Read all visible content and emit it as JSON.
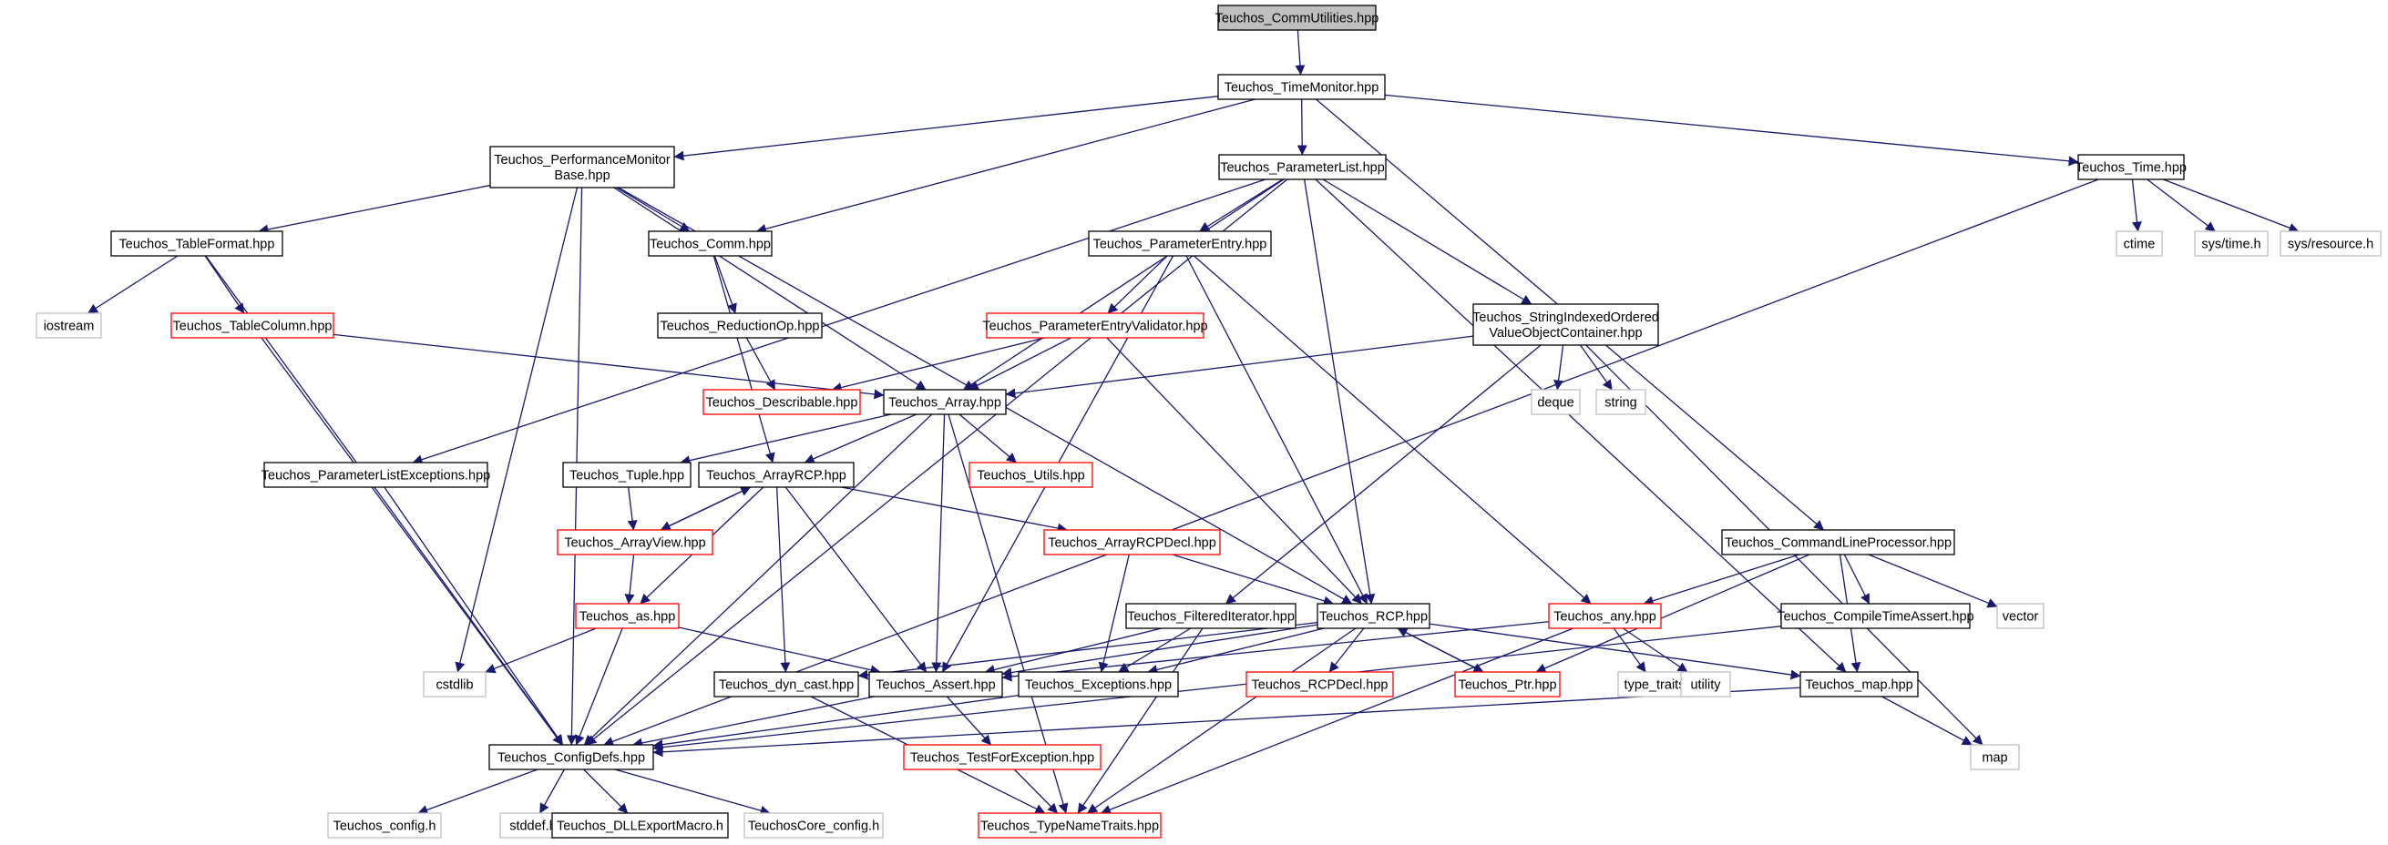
{
  "title": "Teuchos_CommUtilities.hpp",
  "colors": {
    "edge": "#191970",
    "root_fill": "#bfbfbf",
    "border_documented": "#000000",
    "border_linked": "#ff0000",
    "border_external": "#bfbfbf"
  },
  "nodes": [
    {
      "id": "root",
      "lines": [
        "Teuchos_CommUtilities.hpp"
      ],
      "kind": "root"
    },
    {
      "id": "timemon",
      "lines": [
        "Teuchos_TimeMonitor.hpp"
      ],
      "kind": "doc"
    },
    {
      "id": "perfmon",
      "lines": [
        "Teuchos_PerformanceMonitor",
        "Base.hpp"
      ],
      "kind": "doc"
    },
    {
      "id": "paramlist",
      "lines": [
        "Teuchos_ParameterList.hpp"
      ],
      "kind": "doc"
    },
    {
      "id": "time",
      "lines": [
        "Teuchos_Time.hpp"
      ],
      "kind": "doc"
    },
    {
      "id": "tableformat",
      "lines": [
        "Teuchos_TableFormat.hpp"
      ],
      "kind": "doc"
    },
    {
      "id": "comm",
      "lines": [
        "Teuchos_Comm.hpp"
      ],
      "kind": "doc"
    },
    {
      "id": "paramentry",
      "lines": [
        "Teuchos_ParameterEntry.hpp"
      ],
      "kind": "doc"
    },
    {
      "id": "ctime",
      "lines": [
        "ctime"
      ],
      "kind": "ext"
    },
    {
      "id": "systime",
      "lines": [
        "sys/time.h"
      ],
      "kind": "ext"
    },
    {
      "id": "sysres",
      "lines": [
        "sys/resource.h"
      ],
      "kind": "ext"
    },
    {
      "id": "iostream",
      "lines": [
        "iostream"
      ],
      "kind": "ext"
    },
    {
      "id": "tablecol",
      "lines": [
        "Teuchos_TableColumn.hpp"
      ],
      "kind": "red"
    },
    {
      "id": "reduction",
      "lines": [
        "Teuchos_ReductionOp.hpp"
      ],
      "kind": "doc"
    },
    {
      "id": "pevalidator",
      "lines": [
        "Teuchos_ParameterEntryValidator.hpp"
      ],
      "kind": "red"
    },
    {
      "id": "strindexed",
      "lines": [
        "Teuchos_StringIndexedOrdered",
        "ValueObjectContainer.hpp"
      ],
      "kind": "doc"
    },
    {
      "id": "describable",
      "lines": [
        "Teuchos_Describable.hpp"
      ],
      "kind": "red"
    },
    {
      "id": "array",
      "lines": [
        "Teuchos_Array.hpp"
      ],
      "kind": "doc"
    },
    {
      "id": "deque",
      "lines": [
        "deque"
      ],
      "kind": "ext"
    },
    {
      "id": "string",
      "lines": [
        "string"
      ],
      "kind": "ext"
    },
    {
      "id": "plexceptions",
      "lines": [
        "Teuchos_ParameterListExceptions.hpp"
      ],
      "kind": "doc"
    },
    {
      "id": "tuple",
      "lines": [
        "Teuchos_Tuple.hpp"
      ],
      "kind": "doc"
    },
    {
      "id": "arrayrcp",
      "lines": [
        "Teuchos_ArrayRCP.hpp"
      ],
      "kind": "doc"
    },
    {
      "id": "utils",
      "lines": [
        "Teuchos_Utils.hpp"
      ],
      "kind": "red"
    },
    {
      "id": "arrayview",
      "lines": [
        "Teuchos_ArrayView.hpp"
      ],
      "kind": "red"
    },
    {
      "id": "arrayrcpdecl",
      "lines": [
        "Teuchos_ArrayRCPDecl.hpp"
      ],
      "kind": "red"
    },
    {
      "id": "cmdline",
      "lines": [
        "Teuchos_CommandLineProcessor.hpp"
      ],
      "kind": "doc"
    },
    {
      "id": "as",
      "lines": [
        "Teuchos_as.hpp"
      ],
      "kind": "red"
    },
    {
      "id": "filtered",
      "lines": [
        "Teuchos_FilteredIterator.hpp"
      ],
      "kind": "doc"
    },
    {
      "id": "rcp",
      "lines": [
        "Teuchos_RCP.hpp"
      ],
      "kind": "doc"
    },
    {
      "id": "any",
      "lines": [
        "Teuchos_any.hpp"
      ],
      "kind": "red"
    },
    {
      "id": "compiletime",
      "lines": [
        "Teuchos_CompileTimeAssert.hpp"
      ],
      "kind": "doc"
    },
    {
      "id": "vector",
      "lines": [
        "vector"
      ],
      "kind": "ext"
    },
    {
      "id": "cstdlib",
      "lines": [
        "cstdlib"
      ],
      "kind": "ext"
    },
    {
      "id": "dyncast",
      "lines": [
        "Teuchos_dyn_cast.hpp"
      ],
      "kind": "doc"
    },
    {
      "id": "assert",
      "lines": [
        "Teuchos_Assert.hpp"
      ],
      "kind": "doc"
    },
    {
      "id": "exceptions",
      "lines": [
        "Teuchos_Exceptions.hpp"
      ],
      "kind": "doc"
    },
    {
      "id": "rcpdecl",
      "lines": [
        "Teuchos_RCPDecl.hpp"
      ],
      "kind": "red"
    },
    {
      "id": "ptr",
      "lines": [
        "Teuchos_Ptr.hpp"
      ],
      "kind": "red"
    },
    {
      "id": "typetraits",
      "lines": [
        "type_traits"
      ],
      "kind": "ext"
    },
    {
      "id": "utility",
      "lines": [
        "utility"
      ],
      "kind": "ext"
    },
    {
      "id": "map_hpp",
      "lines": [
        "Teuchos_map.hpp"
      ],
      "kind": "doc"
    },
    {
      "id": "configdefs",
      "lines": [
        "Teuchos_ConfigDefs.hpp"
      ],
      "kind": "doc"
    },
    {
      "id": "testforexc",
      "lines": [
        "Teuchos_TestForException.hpp"
      ],
      "kind": "red"
    },
    {
      "id": "map",
      "lines": [
        "map"
      ],
      "kind": "ext"
    },
    {
      "id": "config",
      "lines": [
        "Teuchos_config.h"
      ],
      "kind": "ext"
    },
    {
      "id": "stddef",
      "lines": [
        "stddef.h"
      ],
      "kind": "ext"
    },
    {
      "id": "dllexport",
      "lines": [
        "Teuchos_DLLExportMacro.h"
      ],
      "kind": "doc"
    },
    {
      "id": "coreconfig",
      "lines": [
        "TeuchosCore_config.h"
      ],
      "kind": "ext"
    },
    {
      "id": "typename",
      "lines": [
        "Teuchos_TypeNameTraits.hpp"
      ],
      "kind": "red"
    }
  ],
  "edges": [
    [
      "root",
      "timemon"
    ],
    [
      "timemon",
      "perfmon"
    ],
    [
      "timemon",
      "comm"
    ],
    [
      "timemon",
      "paramlist"
    ],
    [
      "timemon",
      "time"
    ],
    [
      "timemon",
      "cmdline"
    ],
    [
      "perfmon",
      "tableformat"
    ],
    [
      "perfmon",
      "comm"
    ],
    [
      "perfmon",
      "array"
    ],
    [
      "perfmon",
      "rcp"
    ],
    [
      "perfmon",
      "cstdlib"
    ],
    [
      "perfmon",
      "configdefs"
    ],
    [
      "paramlist",
      "paramentry"
    ],
    [
      "paramlist",
      "plexceptions"
    ],
    [
      "paramlist",
      "array"
    ],
    [
      "paramlist",
      "rcp"
    ],
    [
      "paramlist",
      "strindexed"
    ],
    [
      "paramlist",
      "map_hpp"
    ],
    [
      "paramlist",
      "configdefs"
    ],
    [
      "time",
      "ctime"
    ],
    [
      "time",
      "systime"
    ],
    [
      "time",
      "sysres"
    ],
    [
      "time",
      "configdefs"
    ],
    [
      "tableformat",
      "iostream"
    ],
    [
      "tableformat",
      "tablecol"
    ],
    [
      "tableformat",
      "configdefs"
    ],
    [
      "comm",
      "reduction"
    ],
    [
      "comm",
      "arrayrcp"
    ],
    [
      "paramentry",
      "pevalidator"
    ],
    [
      "paramentry",
      "any"
    ],
    [
      "paramentry",
      "rcp"
    ],
    [
      "paramentry",
      "assert"
    ],
    [
      "tablecol",
      "array"
    ],
    [
      "tablecol",
      "configdefs"
    ],
    [
      "reduction",
      "describable"
    ],
    [
      "pevalidator",
      "describable"
    ],
    [
      "pevalidator",
      "array"
    ],
    [
      "pevalidator",
      "rcp"
    ],
    [
      "strindexed",
      "array"
    ],
    [
      "strindexed",
      "deque"
    ],
    [
      "strindexed",
      "string"
    ],
    [
      "strindexed",
      "filtered"
    ],
    [
      "strindexed",
      "map"
    ],
    [
      "array",
      "tuple"
    ],
    [
      "array",
      "arrayrcp"
    ],
    [
      "array",
      "utils"
    ],
    [
      "array",
      "assert"
    ],
    [
      "array",
      "configdefs"
    ],
    [
      "array",
      "typename"
    ],
    [
      "plexceptions",
      "configdefs"
    ],
    [
      "tuple",
      "arrayview"
    ],
    [
      "arrayrcp",
      "arrayview"
    ],
    [
      "arrayrcp",
      "arrayrcpdecl"
    ],
    [
      "arrayrcp",
      "as"
    ],
    [
      "arrayrcp",
      "dyncast"
    ],
    [
      "arrayrcp",
      "assert"
    ],
    [
      "arrayview",
      "arrayrcp"
    ],
    [
      "arrayview",
      "as"
    ],
    [
      "arrayrcpdecl",
      "rcp"
    ],
    [
      "arrayrcpdecl",
      "exceptions"
    ],
    [
      "cmdline",
      "any"
    ],
    [
      "cmdline",
      "compiletime"
    ],
    [
      "cmdline",
      "vector"
    ],
    [
      "cmdline",
      "map_hpp"
    ],
    [
      "cmdline",
      "ptr"
    ],
    [
      "as",
      "cstdlib"
    ],
    [
      "as",
      "assert"
    ],
    [
      "as",
      "configdefs"
    ],
    [
      "filtered",
      "assert"
    ],
    [
      "filtered",
      "exceptions"
    ],
    [
      "filtered",
      "typename"
    ],
    [
      "rcp",
      "rcpdecl"
    ],
    [
      "rcp",
      "ptr"
    ],
    [
      "rcp",
      "assert"
    ],
    [
      "rcp",
      "exceptions"
    ],
    [
      "rcp",
      "dyncast"
    ],
    [
      "rcp",
      "map_hpp"
    ],
    [
      "rcp",
      "typename"
    ],
    [
      "any",
      "assert"
    ],
    [
      "any",
      "typetraits"
    ],
    [
      "any",
      "utility"
    ],
    [
      "any",
      "typename"
    ],
    [
      "ptr",
      "rcp"
    ],
    [
      "compiletime",
      "configdefs"
    ],
    [
      "dyncast",
      "typename"
    ],
    [
      "assert",
      "testforexc"
    ],
    [
      "assert",
      "configdefs"
    ],
    [
      "exceptions",
      "configdefs"
    ],
    [
      "map_hpp",
      "map"
    ],
    [
      "map_hpp",
      "configdefs"
    ],
    [
      "testforexc",
      "typename"
    ],
    [
      "configdefs",
      "config"
    ],
    [
      "configdefs",
      "stddef"
    ],
    [
      "configdefs",
      "dllexport"
    ],
    [
      "configdefs",
      "coreconfig"
    ]
  ]
}
